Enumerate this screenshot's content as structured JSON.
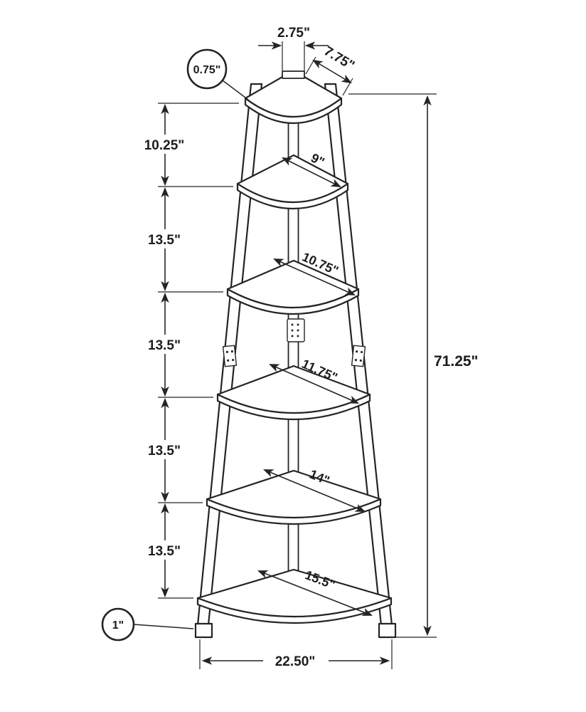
{
  "dims": {
    "top_width": "2.75\"",
    "top_edge": "7.75\"",
    "top_thickness": "0.75\"",
    "spacings": [
      "10.25\"",
      "13.5\"",
      "13.5\"",
      "13.5\"",
      "13.5\""
    ],
    "shelf_widths": [
      "9\"",
      "10.75\"",
      "11.75\"",
      "14\"",
      "15.5\""
    ],
    "total_height": "71.25\"",
    "foot_height": "1\"",
    "base_width": "22.50\""
  }
}
